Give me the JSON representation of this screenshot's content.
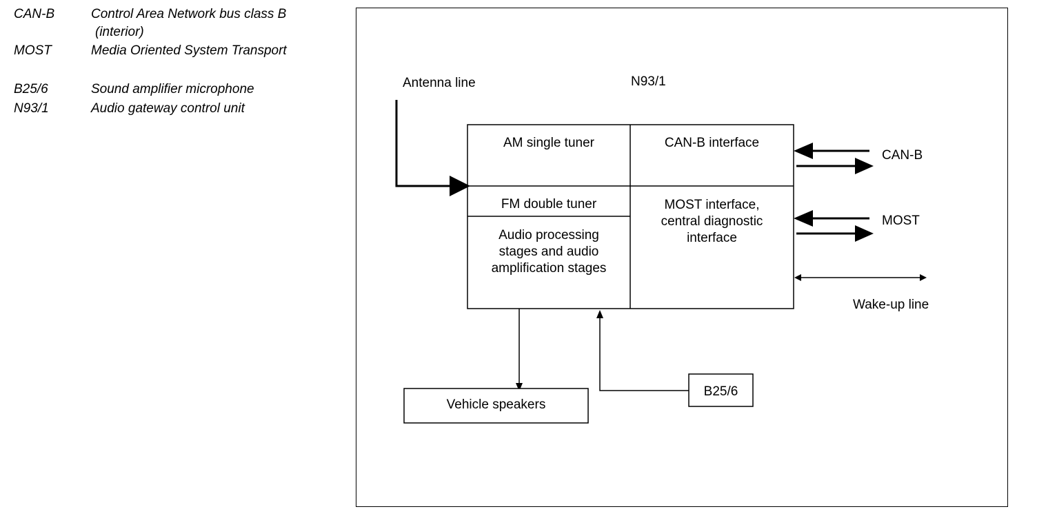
{
  "legend": [
    {
      "term": "CAN-B",
      "desc": "Control Area Network bus class B",
      "desc2": "(interior)"
    },
    {
      "term": "MOST",
      "desc": "Media Oriented System Transport"
    },
    {
      "term": "B25/6",
      "desc": "Sound amplifier microphone"
    },
    {
      "term": "N93/1",
      "desc": "Audio gateway control unit"
    }
  ],
  "diagram": {
    "unit_label": "N93/1",
    "antenna_label": "Antenna line",
    "blocks": {
      "am_tuner": "AM single tuner",
      "fm_tuner": "FM double tuner",
      "audio_processing": [
        "Audio processing",
        "stages and audio",
        "amplification stages"
      ],
      "can_interface": "CAN-B interface",
      "most_interface": [
        "MOST interface,",
        "central diagnostic",
        "interface"
      ]
    },
    "external": {
      "can_b": "CAN-B",
      "most": "MOST",
      "wakeup": "Wake-up line",
      "speakers": "Vehicle speakers",
      "microphone": "B25/6"
    }
  }
}
